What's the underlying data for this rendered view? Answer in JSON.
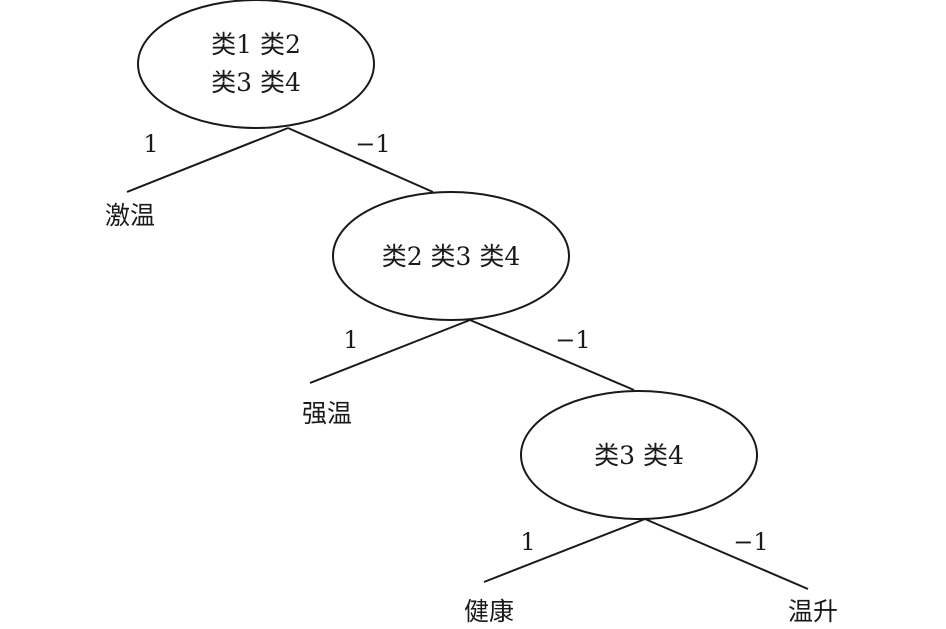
{
  "nodes": {
    "root": {
      "line1": "类1 类2",
      "line2": "类3 类4"
    },
    "mid": {
      "label": "类2 类3 类4"
    },
    "low": {
      "label": "类3 类4"
    }
  },
  "edges": {
    "root_left": "1",
    "root_right": "−1",
    "mid_left": "1",
    "mid_right": "−1",
    "low_left": "1",
    "low_right": "−1"
  },
  "leaves": {
    "leaf1": "激温",
    "leaf2": "强温",
    "leaf3": "健康",
    "leaf4": "温升"
  }
}
